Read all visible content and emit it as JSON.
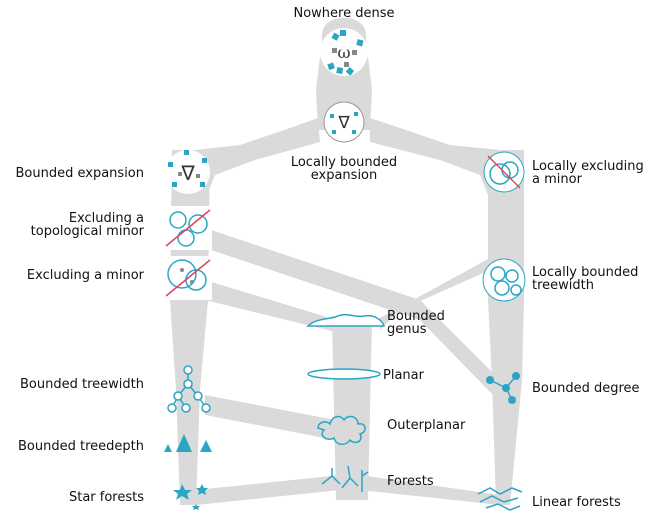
{
  "classes": {
    "nowhere_dense": "Nowhere dense",
    "locally_bounded_expansion": "Locally bounded\nexpansion",
    "bounded_expansion": "Bounded expansion",
    "locally_excluding_minor": "Locally excluding\na minor",
    "excluding_topological_minor": "Excluding a\ntopological minor",
    "excluding_minor": "Excluding a minor",
    "locally_bounded_treewidth": "Locally bounded\ntreewidth",
    "bounded_genus": "Bounded\ngenus",
    "planar": "Planar",
    "bounded_treewidth": "Bounded treewidth",
    "bounded_degree": "Bounded degree",
    "outerplanar": "Outerplanar",
    "bounded_treedepth": "Bounded treedepth",
    "forests": "Forests",
    "star_forests": "Star forests",
    "linear_forests": "Linear forests"
  },
  "colors": {
    "band": "#dadada",
    "accent": "#2aa6c4",
    "dark": "#777777",
    "strike": "#d9455f"
  },
  "icons": [
    "graph-omega-icon",
    "graph-nabla-icon",
    "graph-nabla-icon",
    "no-minor-icon",
    "no-topological-minor-icon",
    "no-minor-icon",
    "local-treewidth-icon",
    "genus-icon",
    "planar-icon",
    "tree-icon",
    "degree-icon",
    "outerplanar-icon",
    "treedepth-icon",
    "forest-icon",
    "star-forest-icon",
    "linear-forest-icon"
  ]
}
